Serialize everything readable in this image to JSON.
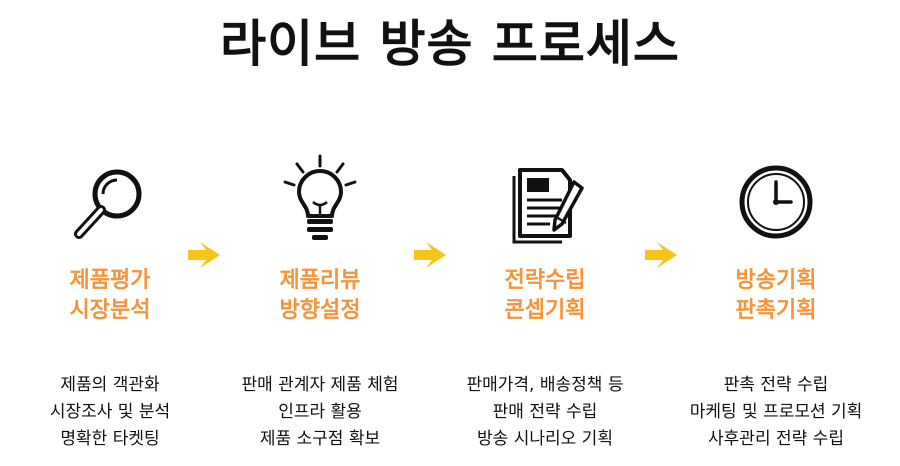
{
  "title": "라이브 방송 프로세스",
  "colors": {
    "accent": "#f7943a",
    "arrow": "#f5c51b",
    "text": "#111111"
  },
  "steps": [
    {
      "icon": "magnifier-icon",
      "heading": [
        "제품평가",
        "시장분석"
      ],
      "lines": [
        "제품의 객관화",
        "시장조사 및 분석",
        "명확한 타켓팅"
      ]
    },
    {
      "icon": "lightbulb-icon",
      "heading": [
        "제품리뷰",
        "방향설정"
      ],
      "lines": [
        "판매 관계자 제품 체험",
        "인프라 활용",
        "제품 소구점 확보"
      ]
    },
    {
      "icon": "document-pen-icon",
      "heading": [
        "전략수립",
        "콘셉기획"
      ],
      "lines": [
        "판매가격, 배송정책 등",
        "판매 전략 수립",
        "방송 시나리오 기획"
      ]
    },
    {
      "icon": "clock-icon",
      "heading": [
        "방송기획",
        "판촉기획"
      ],
      "lines": [
        "판촉 전략 수립",
        "마케팅 및 프로모션 기획",
        "사후관리 전략 수립"
      ]
    }
  ]
}
